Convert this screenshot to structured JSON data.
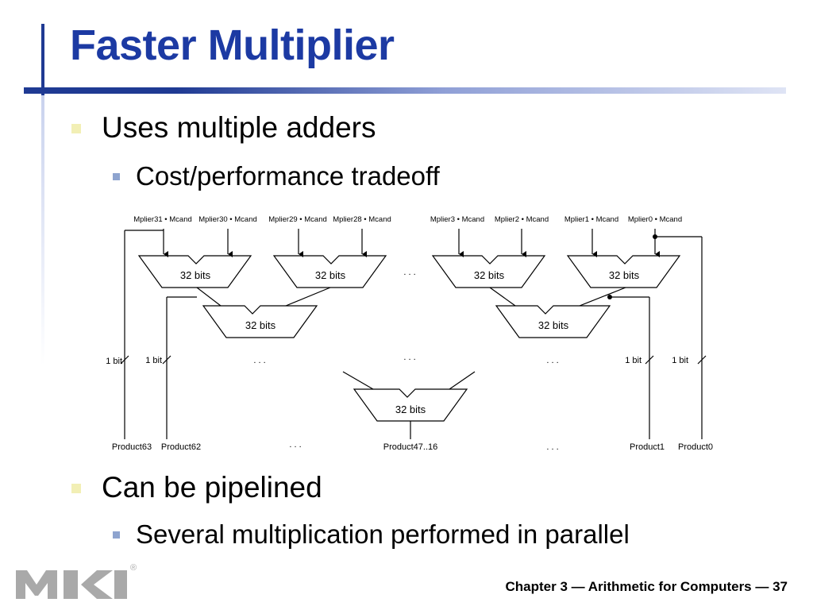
{
  "slide": {
    "title": "Faster Multiplier",
    "bullets": [
      {
        "text": "Uses multiple adders",
        "sub": [
          "Cost/performance tradeoff"
        ]
      },
      {
        "text": "Can be pipelined",
        "sub": [
          "Several multiplication performed in parallel"
        ]
      }
    ],
    "footer": "Chapter 3 — Arithmetic for Computers — 37",
    "logo_mark": "®"
  },
  "diagram": {
    "inputs": [
      "Mplier31 • Mcand",
      "Mplier30 • Mcand",
      "Mplier29 • Mcand",
      "Mplier28 • Mcand",
      "Mplier3 • Mcand",
      "Mplier2 • Mcand",
      "Mplier1 • Mcand",
      "Mplier0 • Mcand"
    ],
    "adder_label": "32 bits",
    "bit_label": "1 bit",
    "ellipsis": ". . .",
    "products": [
      "Product63",
      "Product62",
      "Product47..16",
      "Product1",
      "Product0"
    ]
  },
  "colors": {
    "title": "#1c3aa3",
    "accent_bar": "#1f3a93",
    "bullet_l1": "#f2efb5",
    "bullet_l2": "#8ea4cf"
  }
}
